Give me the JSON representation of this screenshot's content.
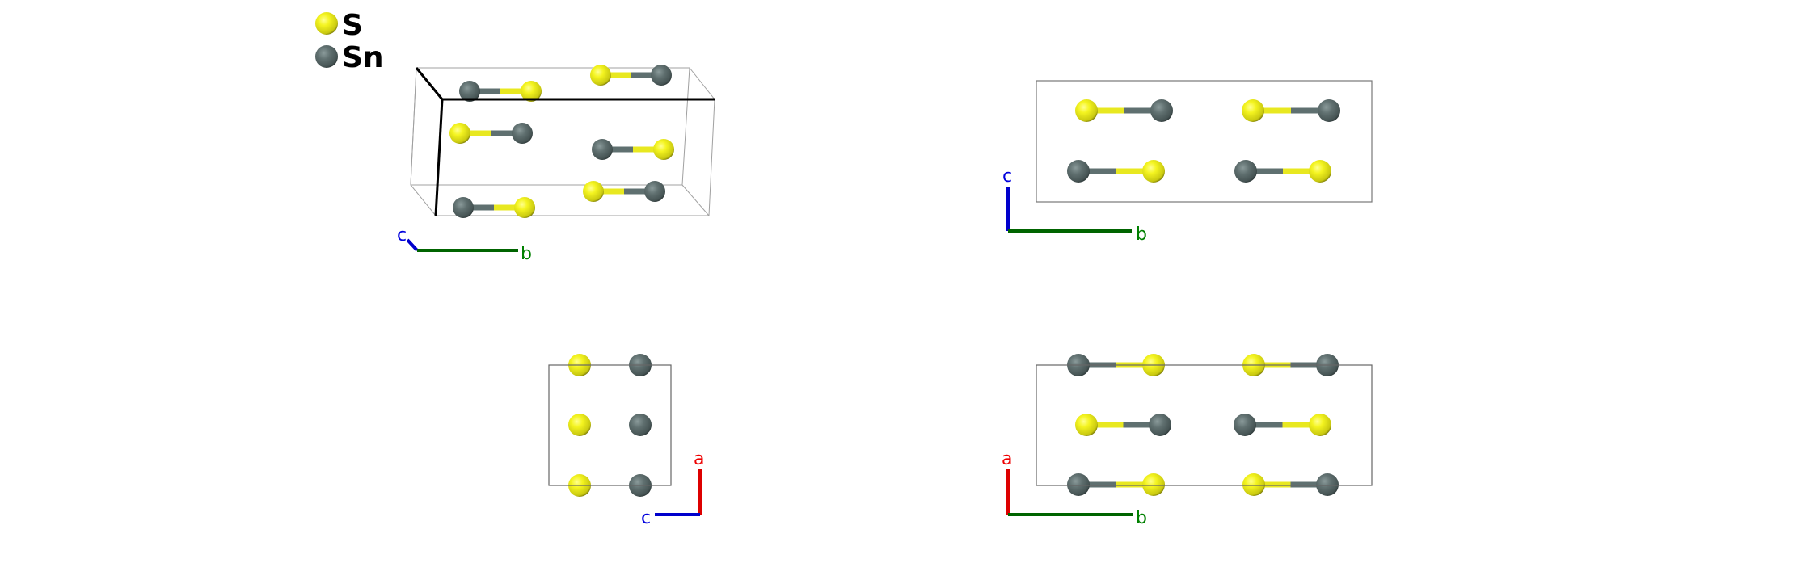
{
  "legend": {
    "items": [
      {
        "label": "S",
        "color": "#f0f020"
      },
      {
        "label": "Sn",
        "color": "#5f7070"
      }
    ]
  },
  "axes": {
    "a": {
      "label": "a",
      "color": "#ee0000"
    },
    "b": {
      "label": "b",
      "color": "#008000"
    },
    "c": {
      "label": "c",
      "color": "#0000dd"
    }
  },
  "views": [
    {
      "name": "perspective",
      "axes": [
        "c",
        "b"
      ]
    },
    {
      "name": "along-a",
      "axes": [
        "c",
        "b"
      ]
    },
    {
      "name": "along-b",
      "axes": [
        "c",
        "a"
      ]
    },
    {
      "name": "along-c",
      "axes": [
        "a",
        "b"
      ]
    }
  ]
}
